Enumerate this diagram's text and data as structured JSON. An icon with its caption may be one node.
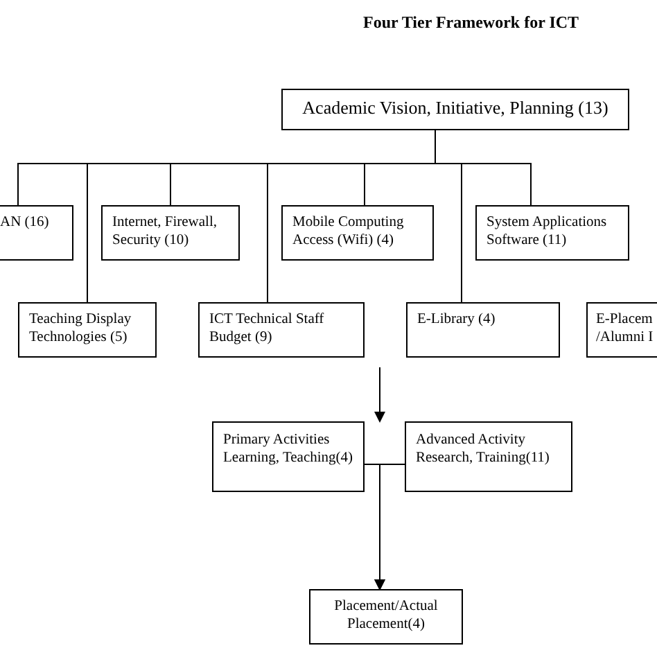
{
  "diagram": {
    "title": "Four Tier Framework for ICT",
    "nodes": [
      {
        "text": [
          "Academic Vision, Initiative, Planning (13)"
        ]
      },
      {
        "text": [
          "AN (16)"
        ]
      },
      {
        "text": [
          "Internet, Firewall, Security (10)"
        ]
      },
      {
        "text": [
          "Mobile Computing Access (Wifi) (4)"
        ]
      },
      {
        "text": [
          "System Applications Software (11)"
        ]
      },
      {
        "text": [
          "Teaching Display Technologies (5)"
        ]
      },
      {
        "text": [
          "ICT Technical Staff Budget (9)"
        ]
      },
      {
        "text": [
          "E-Library (4)"
        ]
      },
      {
        "text": [
          "E-Placem /Alumni I"
        ]
      },
      {
        "text": [
          "Primary Activities Learning, Teaching(4)"
        ]
      },
      {
        "text": [
          "Advanced Activity Research, Training(11)"
        ]
      },
      {
        "text": [
          "Placement/Actual Placement(4)"
        ]
      }
    ],
    "edges": [
      {
        "from": 0,
        "to": 1,
        "arrow": "none"
      },
      {
        "from": 0,
        "to": 2,
        "arrow": "none"
      },
      {
        "from": 0,
        "to": 3,
        "arrow": "none"
      },
      {
        "from": 0,
        "to": 4,
        "arrow": "none"
      },
      {
        "from": 0,
        "to": 5,
        "arrow": "none"
      },
      {
        "from": 0,
        "to": 6,
        "arrow": "none"
      },
      {
        "from": 0,
        "to": 7,
        "arrow": "none"
      },
      {
        "from": null,
        "to": 9,
        "arrow": "to"
      },
      {
        "from": 9,
        "to": 10,
        "arrow": "none"
      },
      {
        "from": 9,
        "to": 11,
        "arrow": "to"
      },
      {
        "from": 10,
        "to": 11,
        "arrow": "to"
      }
    ]
  }
}
